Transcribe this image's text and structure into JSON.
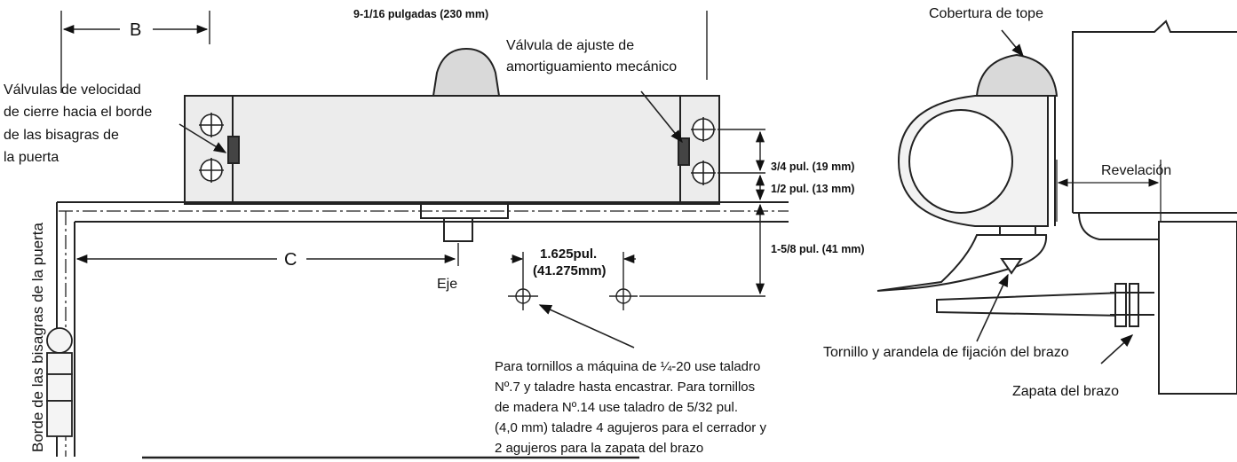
{
  "dimensions": {
    "top_width": "9-1/16 pulgadas (230 mm)",
    "b": "B",
    "c": "C",
    "dim_3_4": "3/4 pul. (19 mm)",
    "dim_1_2": "1/2 pul. (13 mm)",
    "dim_1_5_8": "1-5/8 pul. (41 mm)",
    "dim_1625_a": "1.625pul.",
    "dim_1625_b": "(41.275mm)"
  },
  "labels": {
    "speed_valves": [
      "Válvulas de velocidad",
      "de cierre hacia el borde",
      "de las bisagras de",
      "la puerta"
    ],
    "backcheck_valve": [
      "Válvula de ajuste de",
      "amortiguamiento mecánico"
    ],
    "hinge_edge": "Borde de las bisagras de la puerta",
    "axis": "Eje",
    "cover": "Cobertura de tope",
    "reveal": "Revelación",
    "screw_washer": "Tornillo y arandela de fijación del brazo",
    "arm_shoe": "Zapata del brazo"
  },
  "drill_note": [
    "Para tornillos a máquina de ¼-20 use taladro",
    "Nº.7 y taladre hasta encastrar. Para tornillos",
    "de madera Nº.14 use taladro de 5/32 pul.",
    "(4,0 mm) taladre 4 agujeros para el cerrador y",
    "2 agujeros para la zapata del brazo"
  ]
}
